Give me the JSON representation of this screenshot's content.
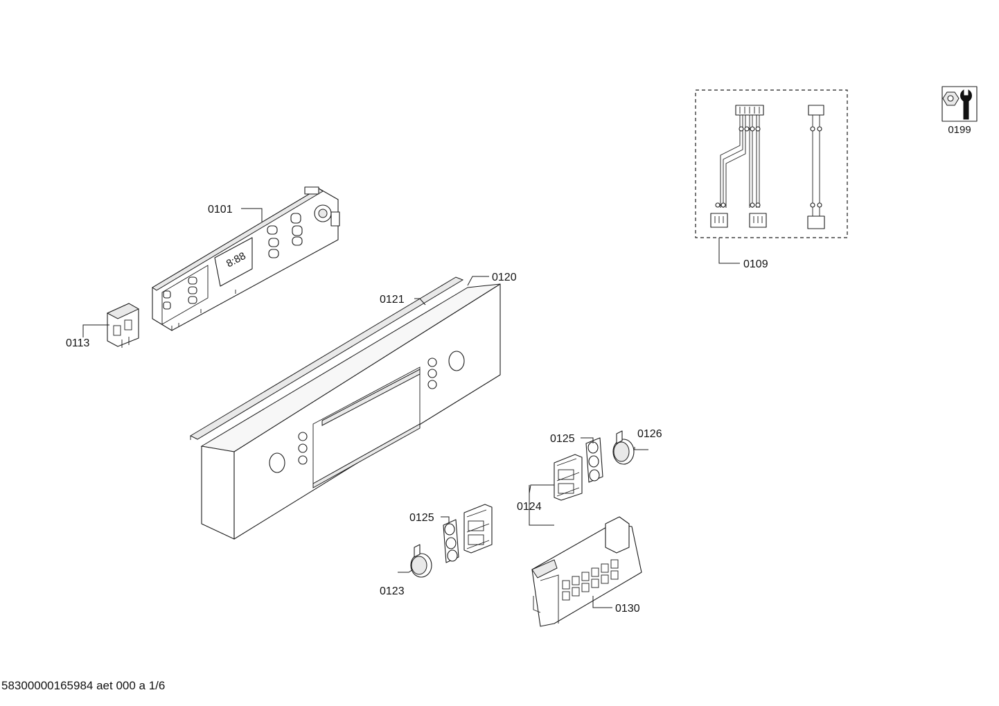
{
  "labels": {
    "p0101": "0101",
    "p0109": "0109",
    "p0113": "0113",
    "p0120": "0120",
    "p0121": "0121",
    "p0123": "0123",
    "p0124": "0124",
    "p0125a": "0125",
    "p0125b": "0125",
    "p0126": "0126",
    "p0130": "0130",
    "p0199": "0199"
  },
  "display_text": "8:88",
  "footer": "58300000165984 aet 000 a 1/6"
}
